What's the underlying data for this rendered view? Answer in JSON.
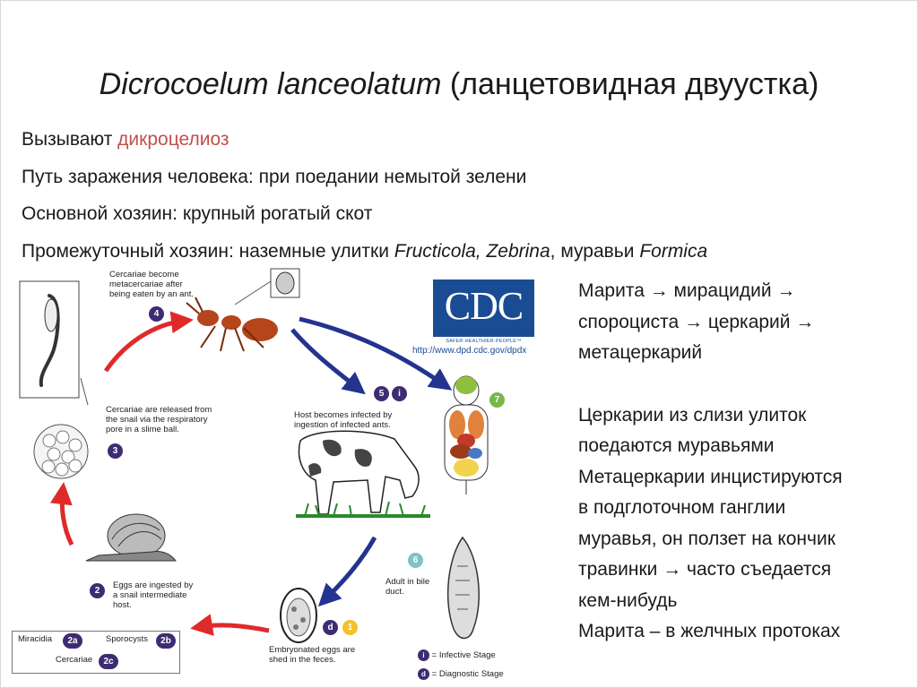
{
  "title": {
    "latin": "Dicrocoelum lanceolatum",
    "russian": " (ланцетовидная двуустка)"
  },
  "bullets": {
    "b1_prefix": "Вызывают ",
    "b1_highlight": "дикроцелиоз",
    "b2": "Путь заражения человека: при поедании немытой зелени",
    "b3": "Основной хозяин: крупный рогатый скот",
    "b4_prefix": "Промежуточный хозяин: наземные улитки ",
    "b4_italic1": "Fructicola, Zebrina",
    "b4_mid": ", муравьи ",
    "b4_italic2": "Formica"
  },
  "right_text": {
    "lines_a": [
      "Марита → мирацидий →",
      "спороциста → церкарий →",
      "метацеркарий"
    ],
    "lines_b": [
      "Церкарии из слизи улиток",
      "поедаются муравьями",
      "Метацеркарии инцистируются",
      "в подглоточном ганглии",
      "муравья, он ползет на кончик",
      "травинки → часто съедается",
      "кем-нибудь",
      "Марита – в желчных протоках"
    ]
  },
  "diagram": {
    "cdc": {
      "logo_text": "CDC",
      "tagline": "SAFER·HEALTHIER·PEOPLE™",
      "url": "http://www.dpd.cdc.gov/dpdx"
    },
    "labels": {
      "step4": [
        "Cercariae become",
        "metacercariae after",
        "being eaten by an ant."
      ],
      "step3": [
        "Cercariae are released from",
        "the snail via the respiratory",
        "pore in a slime ball."
      ],
      "step5": [
        "Host becomes infected by",
        "ingestion of infected ants."
      ],
      "step2": [
        "Eggs are ingested by",
        "a snail intermediate",
        "host."
      ],
      "step6": [
        "Adult in bile",
        "duct."
      ],
      "step1": [
        "Embryonated eggs are",
        "shed in the feces."
      ]
    },
    "badges": {
      "b1": "1",
      "b2": "2",
      "b3": "3",
      "b4": "4",
      "b5": "5",
      "b6": "6",
      "b7": "7",
      "b2a": "2a",
      "b2b": "2b",
      "b2c": "2c",
      "infective": "i",
      "diagnostic": "d"
    },
    "legend": {
      "miracidia": "Miracidia",
      "sporocysts": "Sporocysts",
      "cercariae": "Cercariae",
      "infective_stage": "= Infective Stage",
      "diagnostic_stage": "= Diagnostic Stage"
    },
    "colors": {
      "red_arrow": "#e02a2a",
      "blue_arrow": "#23338f",
      "badge_purple": "#3d2c72",
      "cdc_blue": "#1a4c93",
      "highlight": "#c0504d"
    }
  }
}
